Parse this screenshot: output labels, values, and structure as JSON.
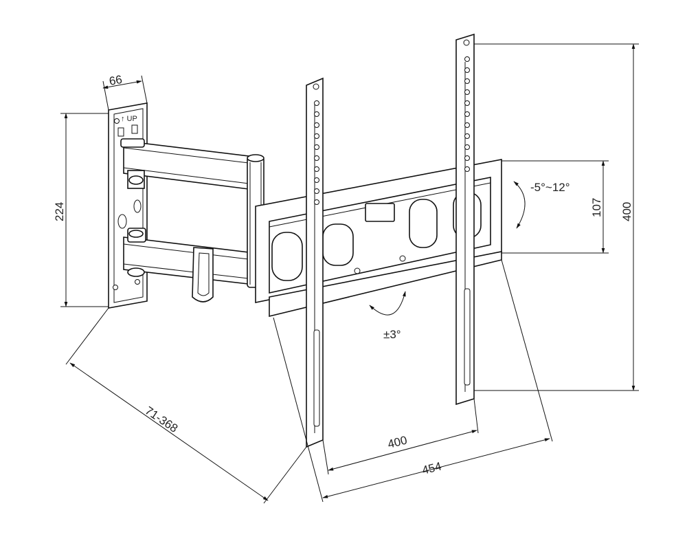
{
  "diagram": {
    "dimensions": {
      "wall_plate_width": "66",
      "wall_plate_height": "224",
      "extension": "71-368",
      "rail_spacing_400": "400",
      "total_width": "454",
      "vertical_400": "400",
      "center_height": "107",
      "tilt": "-5°~12°",
      "rotation": "±3°"
    },
    "labels": {
      "up_mark": "↑ UP"
    }
  }
}
